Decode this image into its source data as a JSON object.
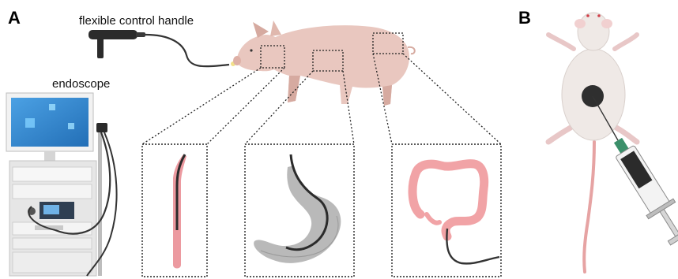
{
  "panels": {
    "a": {
      "label": "A"
    },
    "b": {
      "label": "B"
    }
  },
  "labels": {
    "handle": "flexible control handle",
    "endoscope": "endoscope"
  },
  "colors": {
    "pig_skin": "#e9c7bf",
    "pig_shadow": "#d6aaa0",
    "tissue_pink": "#ec9aa0",
    "colon": "#f1a3a6",
    "stomach_gray": "#b9b9b9",
    "scope_black": "#2b2b2b",
    "syringe_green": "#3b8f6a",
    "rat_body": "#efe9e6",
    "rat_tail": "#e6a3a3",
    "monitor_blue": "#2e86d3"
  },
  "icons": {
    "handle": "control-handle-icon",
    "endoscope_tower": "endoscope-tower-icon",
    "pig": "pig-icon",
    "esophagus": "esophagus-icon",
    "stomach": "stomach-icon",
    "colon": "colon-icon",
    "rat": "rat-icon",
    "syringe": "syringe-icon"
  }
}
